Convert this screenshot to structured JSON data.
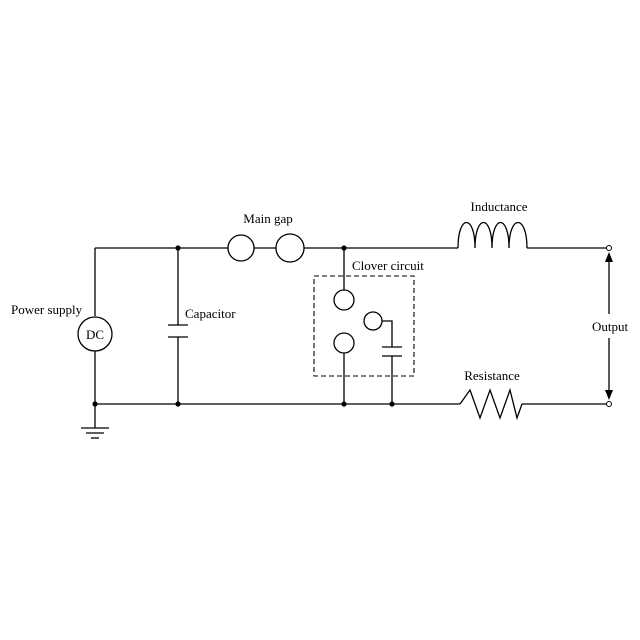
{
  "labels": {
    "power_supply": "Power supply",
    "dc": "DC",
    "capacitor": "Capacitor",
    "main_gap": "Main gap",
    "clover_circuit": "Clover circuit",
    "inductance": "Inductance",
    "resistance": "Resistance",
    "output": "Output"
  },
  "colors": {
    "line": "#000000",
    "background": "#ffffff"
  }
}
